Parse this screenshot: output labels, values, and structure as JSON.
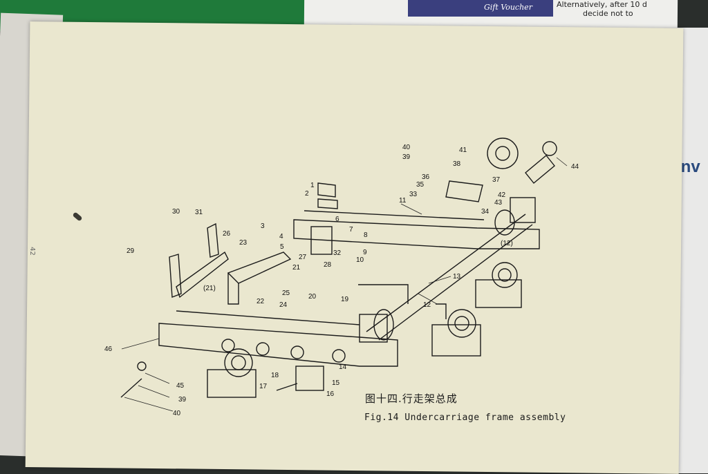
{
  "background": {
    "voucher_text": "Gift Voucher",
    "corner_note_line1": "Alternatively, after 10 d",
    "corner_note_line2": "decide not to",
    "side_heading": "Inv"
  },
  "page": {
    "page_number": "42",
    "caption_cn": "图十四.行走架总成",
    "caption_en": "Fig.14 Undercarriage frame assembly"
  },
  "labels": [
    "1",
    "2",
    "3",
    "4",
    "5",
    "6",
    "7",
    "8",
    "9",
    "10",
    "11",
    "(12)",
    "12",
    "13",
    "14",
    "15",
    "16",
    "17",
    "18",
    "19",
    "20",
    "21",
    "(21)",
    "22",
    "23",
    "24",
    "25",
    "26",
    "27",
    "28",
    "29",
    "30",
    "31",
    "32",
    "33",
    "34",
    "35",
    "36",
    "37",
    "38",
    "39",
    "40",
    "41",
    "42",
    "43",
    "44",
    "45",
    "46",
    "39",
    "40"
  ]
}
